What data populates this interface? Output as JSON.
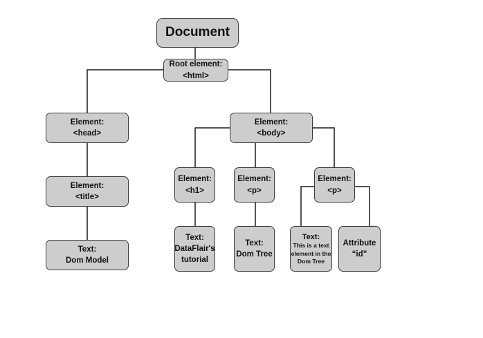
{
  "nodes": {
    "document": {
      "lines": [
        "Document"
      ]
    },
    "html": {
      "lines": [
        "Root element:",
        "<html>"
      ]
    },
    "head": {
      "lines": [
        "Element:",
        "<head>"
      ]
    },
    "body": {
      "lines": [
        "Element:",
        "<body>"
      ]
    },
    "title": {
      "lines": [
        "Element:",
        "<title>"
      ]
    },
    "dom_text": {
      "lines": [
        "Text:",
        "Dom Model"
      ]
    },
    "h1": {
      "lines": [
        "Element:",
        "<h1>"
      ]
    },
    "p1": {
      "lines": [
        "Element:",
        "<p>"
      ]
    },
    "p2": {
      "lines": [
        "Element:",
        "<p>"
      ]
    },
    "text_dataflair": {
      "lines": [
        "Text:",
        "DataFlair's",
        "tutorial"
      ]
    },
    "text_domtree": {
      "lines": [
        "Text:",
        "Dom Tree"
      ]
    },
    "text_element": {
      "lines": [
        "Text:",
        "This is a text",
        "element in the",
        "Dom Tree"
      ]
    },
    "attribute": {
      "lines": [
        "Attribute",
        "“id”"
      ]
    }
  },
  "colors": {
    "node_fill": "#cdcdcd",
    "node_border": "#3a3a3a",
    "connector": "#1a1a1a",
    "text": "#111111"
  }
}
